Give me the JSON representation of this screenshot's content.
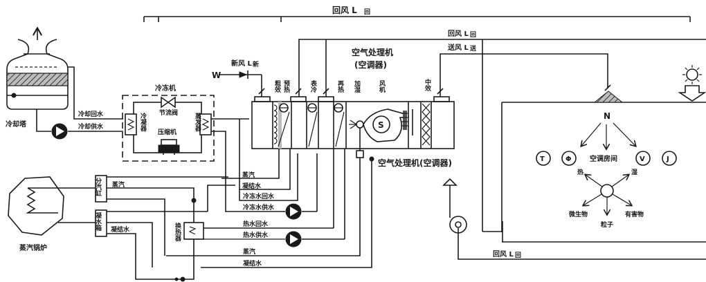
{
  "diagram": {
    "title": "Central air-conditioning system schematic",
    "top_duct_label": "回风 L",
    "top_duct_subscript": "回",
    "return_air_label": "回风 L",
    "return_air_subscript": "回",
    "supply_air_label": "送风 L",
    "supply_air_subscript": "送",
    "fresh_air_label": "新风 L",
    "fresh_air_subscript": "新",
    "fresh_air_inlet": "W",
    "bottom_return_label": "回风 L",
    "bottom_return_subscript": "回",
    "cooling_tower": {
      "label": "冷却塔",
      "return_water": "冷却回水",
      "supply_water": "冷却供水"
    },
    "chiller": {
      "label": "冷冻机",
      "throttle_valve": "节流阀",
      "compressor": "压缩机",
      "condenser": "冷凝器",
      "evaporator": "蒸发器"
    },
    "ahu": {
      "title_line1": "空气处理机",
      "title_line2": "(空调器)",
      "caption": "空气处理机(空调器)",
      "sections": [
        "粗效",
        "预热",
        "表冷",
        "再热",
        "加湿",
        "风机",
        "中效"
      ]
    },
    "pipes": {
      "steam_1": "蒸汽",
      "condensate_1": "凝结水",
      "chilled_return": "冷冻水回水",
      "chilled_supply": "冷冻水供水",
      "hot_return": "热水回水",
      "hot_supply": "热水供水",
      "steam_2": "蒸汽",
      "condensate_2": "凝结水"
    },
    "boiler": {
      "label": "蒸汽锅炉",
      "steam_header": "分汽缸",
      "condensate_tank": "凝水箱",
      "steam_pipe": "蒸汽",
      "condensate_pipe": "凝结水",
      "heat_exchanger": "换热器"
    },
    "room": {
      "label": "空调房间",
      "source": "N",
      "params": [
        "T",
        "Φ",
        "V",
        "J"
      ],
      "pollutant_outputs": [
        "热",
        "湿",
        "微生物",
        "粒子",
        "有害物"
      ]
    }
  }
}
